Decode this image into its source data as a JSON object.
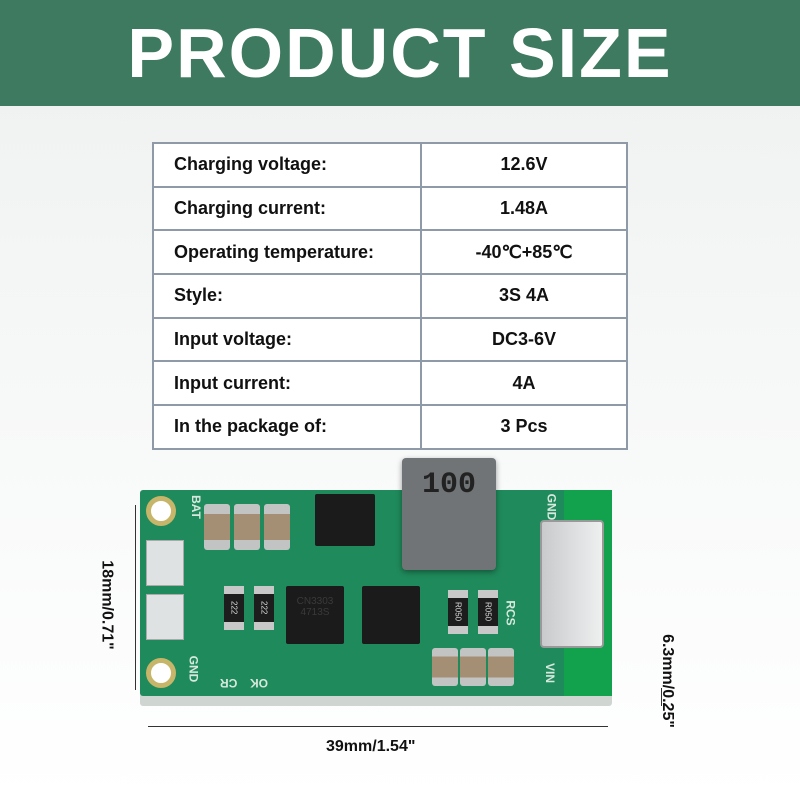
{
  "title": "PRODUCT SIZE",
  "specs": [
    {
      "label": "Charging voltage:",
      "value": "12.6V"
    },
    {
      "label": "Charging current:",
      "value": "1.48A"
    },
    {
      "label": "Operating temperature:",
      "value": "-40℃+85℃"
    },
    {
      "label": "Style:",
      "value": "3S 4A"
    },
    {
      "label": "Input voltage:",
      "value": "DC3-6V"
    },
    {
      "label": "Input current:",
      "value": "4A"
    },
    {
      "label": "In the package of:",
      "value": "3 Pcs"
    }
  ],
  "board": {
    "bat": "BAT",
    "gnd_left": "GND",
    "cr": "CR",
    "ok": "OK",
    "ic1_line1": "CN3303",
    "ic1_line2": "4713S",
    "r1": "222",
    "r2": "222",
    "rcs": "RCS",
    "r3": "R050",
    "r4": "R050",
    "gnd_right": "GND",
    "vin": "VIN",
    "inductor": "100"
  },
  "dimensions": {
    "height": "18mm/0.71\"",
    "width": "39mm/1.54\"",
    "thickness": "6.3mm/0.25\""
  }
}
